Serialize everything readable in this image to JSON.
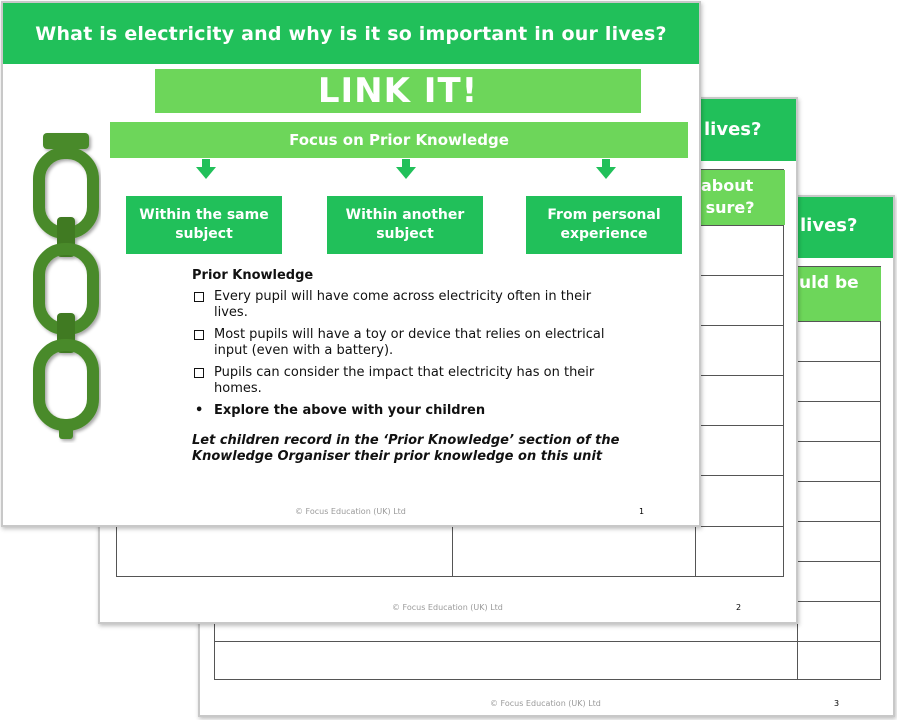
{
  "slide3": {
    "title_fragment": "lives?",
    "header_fragment": "uld be",
    "footer": "© Focus Education (UK) Ltd",
    "page_number": "3"
  },
  "slide2": {
    "title_fragment": "lives?",
    "header_fragment_line1": "about",
    "header_fragment_line2": "o sure?",
    "footer": "© Focus Education (UK) Ltd",
    "page_number": "2"
  },
  "slide1": {
    "title": "What is electricity and why is it so important in our lives?",
    "banner": "LINK IT!",
    "focus_bar": "Focus on Prior Knowledge",
    "categories": [
      {
        "line1": "Within the same",
        "line2": "subject"
      },
      {
        "line1": "Within another",
        "line2": "subject"
      },
      {
        "line1": "From personal",
        "line2": "experience"
      }
    ],
    "prior_knowledge": {
      "heading": "Prior Knowledge",
      "items": [
        "Every pupil will have come across electricity often in their lives.",
        "Most pupils will have a toy or device that relies on electrical input (even with a battery).",
        "Pupils can consider the impact that electricity has on their homes."
      ],
      "bullet": "Explore the above with your children",
      "note": "Let children record in the ‘Prior Knowledge’ section of the Knowledge Organiser their prior knowledge on this unit"
    },
    "footer": "© Focus Education (UK) Ltd",
    "page_number": "1"
  },
  "colors": {
    "header_green": "#21c05a",
    "light_green": "#6dd65a",
    "chain_green": "#4a8a2a"
  },
  "icons": {
    "chain": "chain-links-icon",
    "checkbox": "checkbox-bullet-icon"
  }
}
